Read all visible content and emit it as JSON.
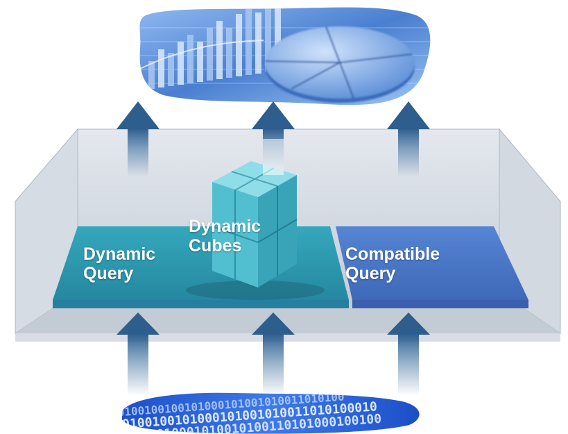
{
  "labels": {
    "dynamic_query": [
      "Dynamic",
      "Query"
    ],
    "dynamic_cubes": [
      "Dynamic",
      "Cubes"
    ],
    "compatible_query": [
      "Compatible",
      "Query"
    ]
  },
  "colors": {
    "dynamic_query_panel": "#2e9bb0",
    "compatible_query_panel": "#4a72c4",
    "cube": "#5cc6d6",
    "arrow": "#3b6e9e",
    "tray": "#c8d0da",
    "report_cloud": "#4a7fd0",
    "data_cloud": "#2a5fd8"
  },
  "icons": {
    "top_image": "business-charts-icon",
    "bottom_image": "binary-data-icon",
    "cube": "cube-icon",
    "arrows": "up-arrow-icon"
  },
  "binary_text": "0100100100101000101001010011010100"
}
